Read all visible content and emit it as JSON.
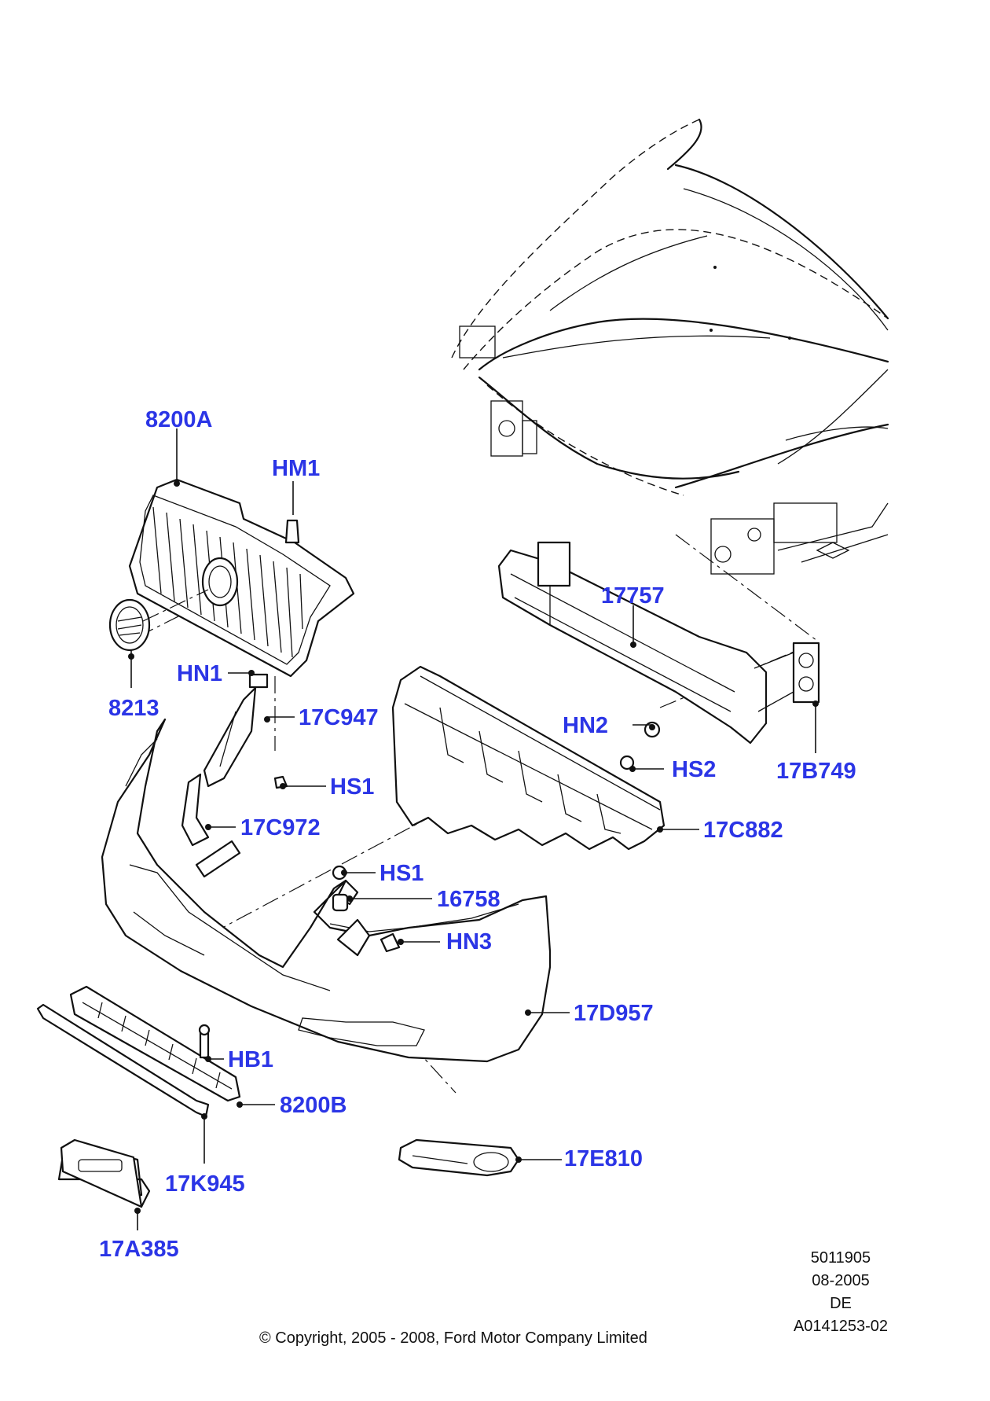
{
  "accent_color": "#2b35e6",
  "labels": {
    "l8200A": "8200A",
    "lHM1": "HM1",
    "l17757": "17757",
    "lHN1": "HN1",
    "l8213": "8213",
    "l17C947": "17C947",
    "lHN2": "HN2",
    "lHS2": "HS2",
    "l17B749": "17B749",
    "lHS1a": "HS1",
    "l17C972": "17C972",
    "l17C882": "17C882",
    "lHS1b": "HS1",
    "l16758": "16758",
    "lHN3": "HN3",
    "l17D957": "17D957",
    "lHB1": "HB1",
    "l8200B": "8200B",
    "l17E810": "17E810",
    "l17K945": "17K945",
    "l17A385": "17A385"
  },
  "footer": {
    "ref_number": "5011905",
    "date": "08-2005",
    "lang": "DE",
    "illustration_id": "A0141253-02",
    "copyright": "© Copyright, 2005 - 2008, Ford Motor Company Limited"
  }
}
